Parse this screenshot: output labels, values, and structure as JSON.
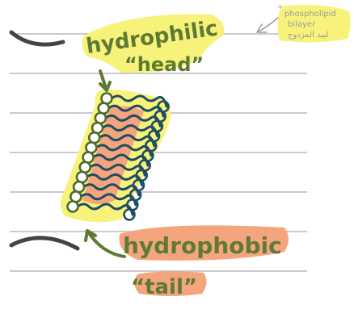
{
  "labels": {
    "head_line1": "hydrophilic",
    "head_line2": "“head”",
    "tail_line1": "hydrophobic",
    "tail_line2": "“tail”"
  },
  "note": {
    "asterisk": "*",
    "line1": "phospholipid",
    "line2": "bilayer",
    "line3": "لبيد المزدوج"
  },
  "colors": {
    "label_green": "#5e7a34",
    "highlight_yellow": "#f6f27a",
    "highlight_orange": "#f4a57d",
    "membrane_blue": "#1f4d63",
    "head_outline_green": "#4d6b2d",
    "note_gray": "#9c9c9c",
    "ruling_gray": "#b9b9b9",
    "sketch_dark": "#444444"
  }
}
